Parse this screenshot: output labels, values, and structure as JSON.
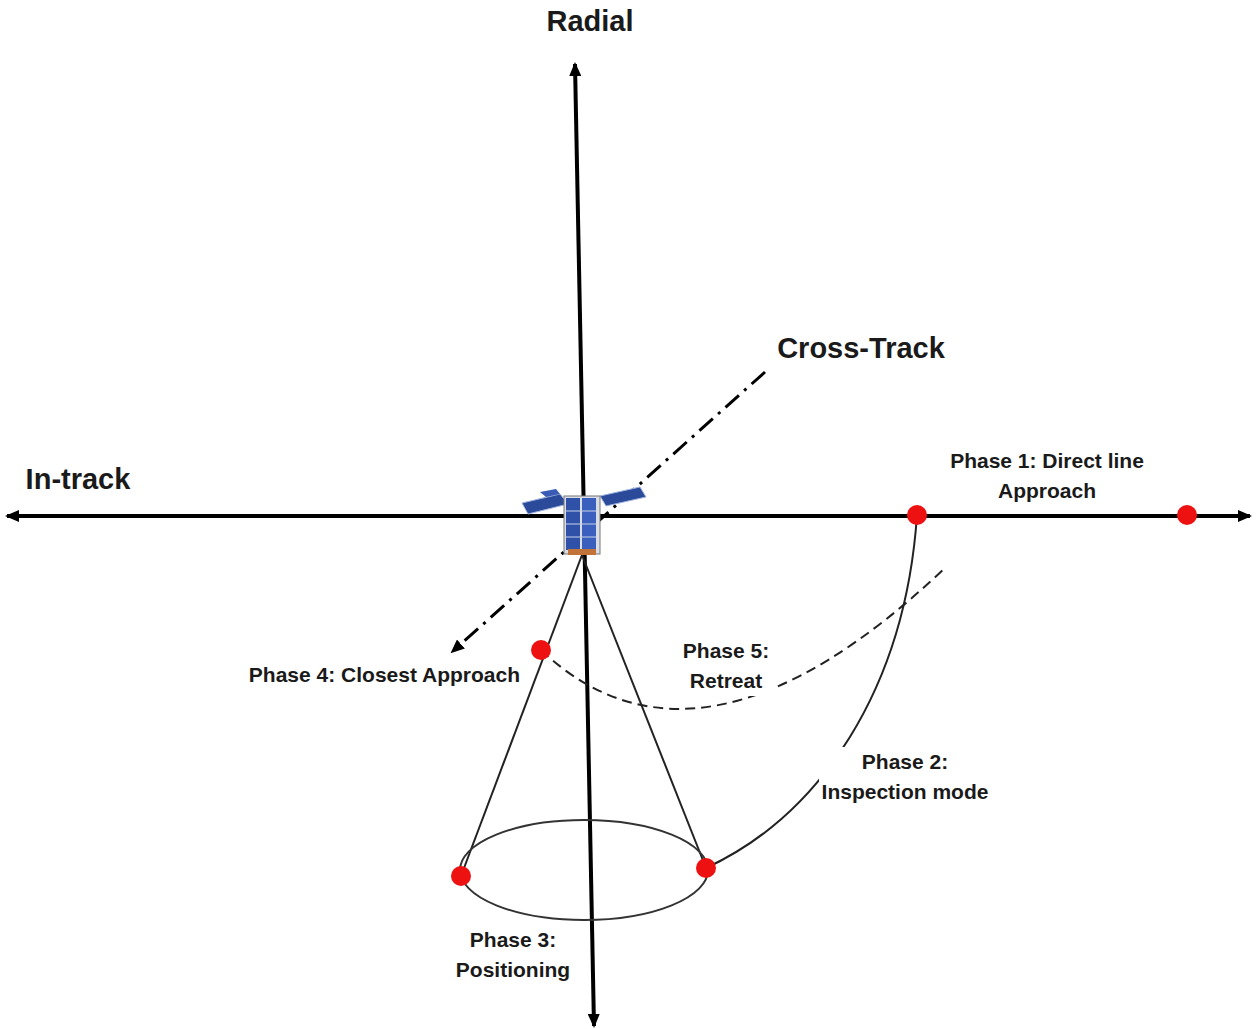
{
  "diagram": {
    "labels": [
      "Radial",
      "Cross-Track",
      "In-track",
      "Phase 1: Direct line Approach",
      "Phase 4: Closest Approach",
      "Phase 5: Retreat",
      "Phase 2: Inspection mode",
      "Phase 3: Positioning"
    ]
  }
}
